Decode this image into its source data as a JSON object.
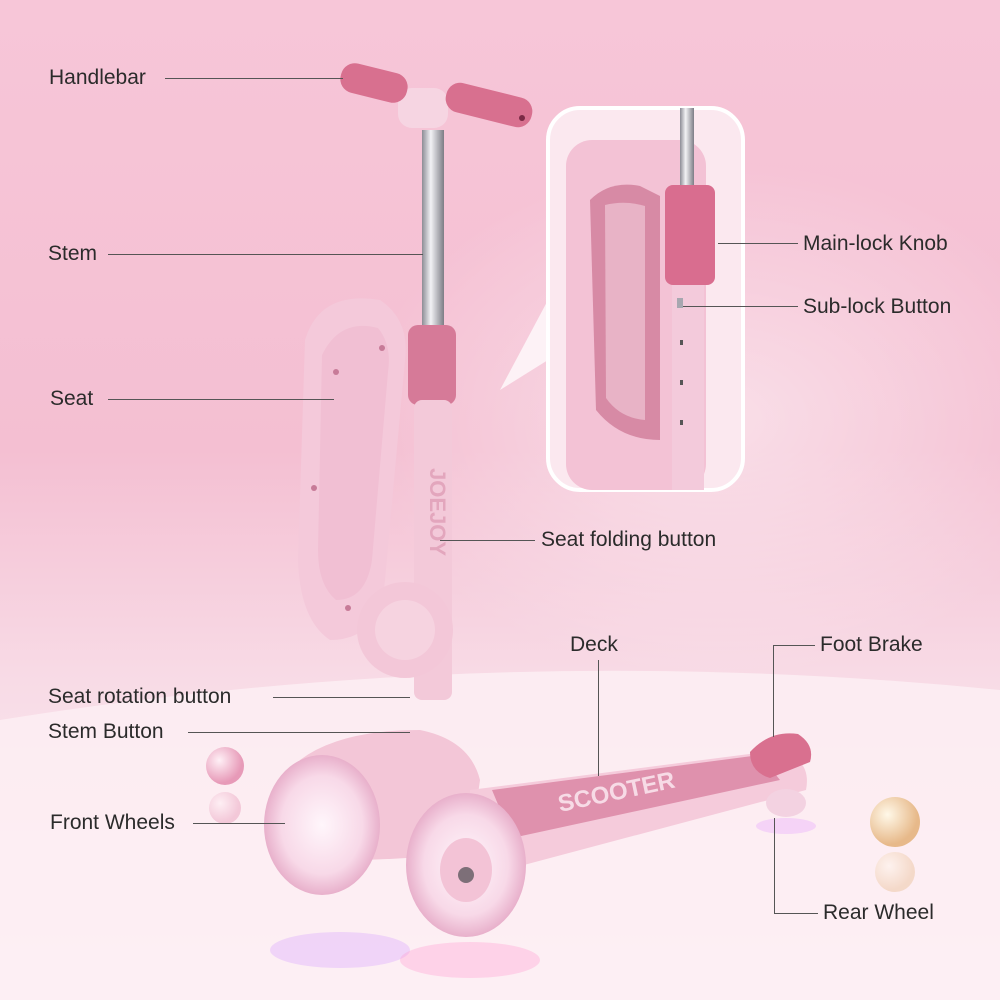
{
  "labels": {
    "handlebar": "Handlebar",
    "stem": "Stem",
    "seat": "Seat",
    "main_lock_knob": "Main-lock Knob",
    "sub_lock_button": "Sub-lock Button",
    "seat_folding_button": "Seat folding button",
    "deck": "Deck",
    "foot_brake": "Foot Brake",
    "seat_rotation_button": "Seat rotation button",
    "stem_button": "Stem Button",
    "front_wheels": "Front Wheels",
    "rear_wheel": "Rear Wheel"
  },
  "product": {
    "deck_text": "SCOOTER",
    "seat_text": "JOEJOY"
  },
  "colors": {
    "background": "#f5c3d6",
    "scooter_body": "#f6cedd",
    "accent": "#d96f92",
    "deck_grip": "#e59bb5"
  }
}
